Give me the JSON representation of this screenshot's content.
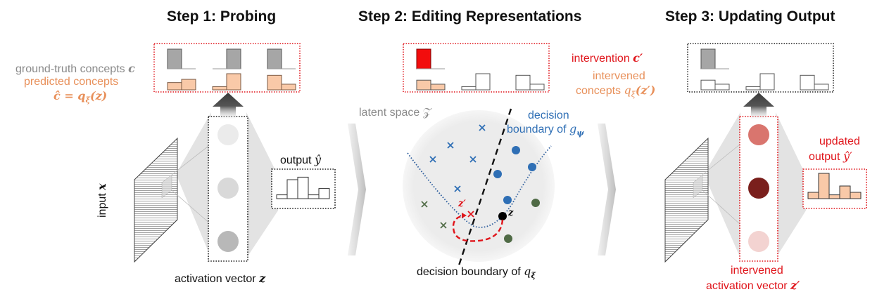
{
  "steps": [
    {
      "title": "Step 1: Probing"
    },
    {
      "title": "Step 2: Editing Representations"
    },
    {
      "title": "Step 3: Updating Output"
    }
  ],
  "step1": {
    "gt_label": "ground-truth concepts",
    "gt_symbol": "c",
    "pred_label": "predicted concepts",
    "pred_formula": "ĉ = q",
    "pred_formula_sub": "ξ",
    "pred_formula_arg": "(z)",
    "input_label": "input",
    "input_symbol": "x",
    "output_label": "output",
    "output_symbol": "ŷ",
    "activation_label": "activation vector",
    "activation_symbol": "z",
    "gt_concepts": [
      [
        1,
        0
      ],
      [
        0,
        1
      ],
      [
        1,
        0
      ]
    ],
    "pred_concepts": [
      [
        0.45,
        0.65
      ],
      [
        0.2,
        1.0
      ],
      [
        0.9,
        0.35
      ]
    ],
    "output_distribution": [
      0.15,
      0.75,
      0.85,
      0.15,
      0.4
    ],
    "activation_intensities": [
      0.08,
      0.15,
      0.28
    ]
  },
  "step2": {
    "intervention_label": "intervention",
    "intervention_symbol": "c′",
    "intervened_label_line1": "intervened",
    "intervened_label_line2": "concepts",
    "intervened_formula": "q",
    "intervened_formula_sub": "ξ",
    "intervened_formula_arg": "(z′)",
    "latent_label": "latent space",
    "latent_symbol": "𝒵",
    "boundary_g_line1": "decision",
    "boundary_g_line2": "boundary of",
    "boundary_g_symbol": "g",
    "boundary_g_sub": "ψ",
    "boundary_q_label": "decision boundary of",
    "boundary_q_symbol": "q",
    "boundary_q_sub": "ξ",
    "point_z": "z",
    "point_z_prime": "z′",
    "intervention_concepts": [
      [
        1,
        0
      ]
    ],
    "intervened_concepts": [
      [
        0.6,
        0.35
      ],
      [
        0.2,
        1.0
      ],
      [
        0.9,
        0.35
      ]
    ]
  },
  "step3": {
    "updated_label_line1": "updated",
    "updated_label_line2": "output",
    "updated_symbol": "ŷ′",
    "intervened_act_line1": "intervened",
    "intervened_act_line2": "activation vector",
    "intervened_act_symbol": "z′",
    "gt_concepts": [
      [
        1,
        0
      ]
    ],
    "concepts": [
      [
        0.6,
        0.35
      ],
      [
        0.2,
        1.0
      ],
      [
        0.9,
        0.35
      ]
    ],
    "output_distribution": [
      0.25,
      1.0,
      0.15,
      0.5,
      0.25
    ],
    "activation_colors": [
      "#d9756e",
      "#7a1f1c",
      "#f3d3d1"
    ]
  },
  "colors": {
    "gt_fill": "#a6a6a6",
    "pred_fill": "#f9c9a8",
    "intervention_fill": "#f20d0d",
    "red_border": "#e0151b",
    "blue": "#2f6fb5",
    "green": "#4f6a45",
    "latent_bg": "#ededed"
  }
}
